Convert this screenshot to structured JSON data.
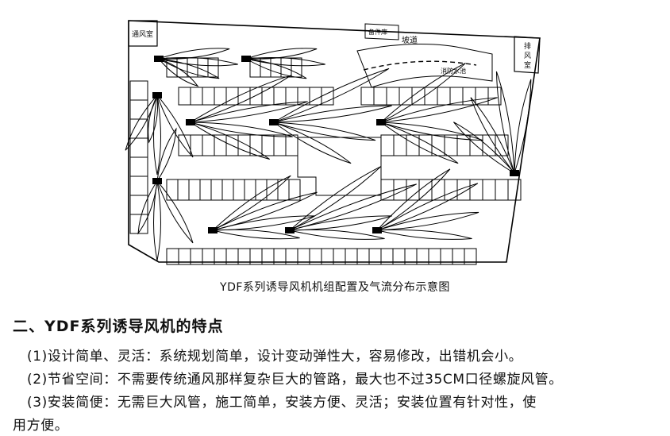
{
  "figure": {
    "labels": {
      "tongfeng": "通风室",
      "beijianku": "备件库",
      "podao": "坡道",
      "paifeng": "排\n风\n室",
      "xiaofang": "消防水池"
    },
    "caption": "YDF系列诱导风机机组配置及气流分布示意图"
  },
  "section": {
    "heading": "二、YDF系列诱导风机的特点",
    "items": [
      "(1)设计简单、灵活：系统规划简单，设计变动弹性大，容易修改，出错机会小。",
      "(2)节省空间：不需要传统通风那样复杂巨大的管路，最大也不过35CM口径螺旋风管。",
      "(3)安装简便：无需巨大风管，施工简单，安装方便、灵活；安装位置有针对性，使",
      "用方便。"
    ]
  }
}
